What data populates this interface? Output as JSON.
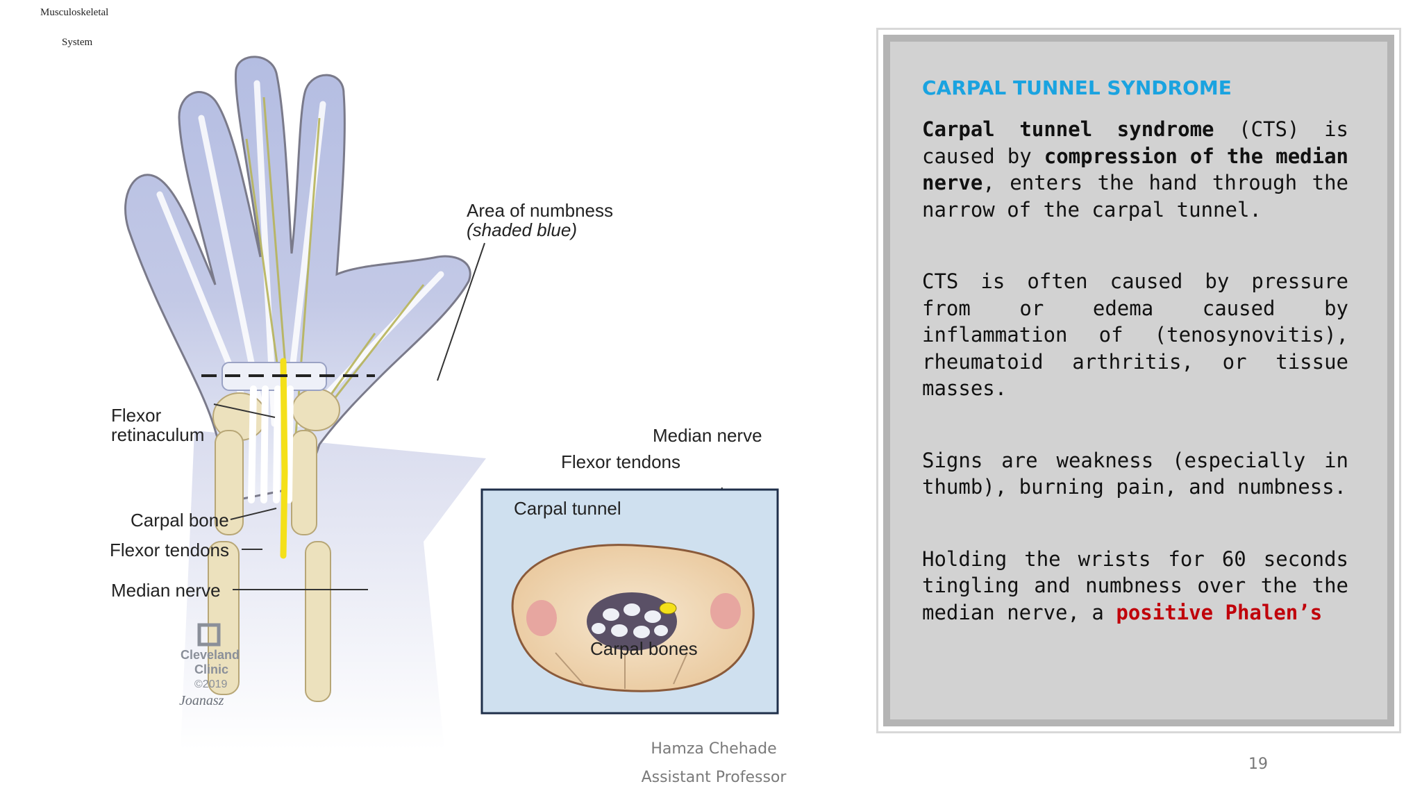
{
  "header": {
    "line1": "Musculoskeletal",
    "line2": "System"
  },
  "illustration": {
    "labels": {
      "area_numbness": "Area of numbness",
      "shaded_blue": "(shaded blue)",
      "flexor": "Flexor",
      "retinaculum": "retinaculum",
      "carpal_bone": "Carpal bone",
      "flexor_tendons_left": "Flexor tendons",
      "median_nerve_left": "Median nerve",
      "median_nerve_right": "Median nerve",
      "flexor_tendons_right": "Flexor tendons",
      "carpal_tunnel": "Carpal tunnel",
      "carpal_bones": "Carpal bones",
      "clinic_line1": "Cleveland",
      "clinic_line2": "Clinic",
      "clinic_year": "©2019",
      "signature": "Joanasz"
    }
  },
  "panel": {
    "title": "CARPAL TUNNEL SYNDROME",
    "p1": {
      "b1": "Carpal tunnel syndrome",
      "t1": " (CTS) is caused by ",
      "b2": "compression of the median nerve",
      "t2": ", enters the hand through the narrow of the carpal tunnel."
    },
    "p2": "CTS is often caused by pressure from or edema caused by inflammation of (tenosynovitis), rheumatoid arthritis, or tissue masses.",
    "p3": "Signs are weakness (especially in thumb), burning pain, and numbness.",
    "p4": {
      "t1": "Holding the wrists for 60 seconds tingling and numbness over the the median nerve, a ",
      "red": "positive Phalen’s"
    }
  },
  "footer": {
    "name": "Hamza Chehade",
    "role": "Assistant Professor",
    "page": "19"
  },
  "colors": {
    "title": "#1aa3e0",
    "panel_bg": "#d2d2d2",
    "panel_border": "#b4b4b4",
    "highlight_red": "#c0000a",
    "nerve_yellow": "#f4e01a",
    "hand_blue": "#aab4dc"
  }
}
